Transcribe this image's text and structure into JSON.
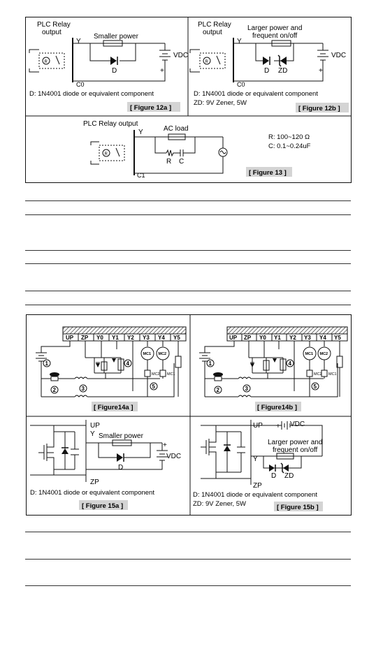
{
  "fig12a": {
    "plc_line1": "PLC Relay",
    "plc_line2": "output",
    "power": "Smaller power",
    "y": "Y",
    "c0": "C0",
    "r": "R",
    "d": "D",
    "vdc": "VDC",
    "plus": "+",
    "note": "D: 1N4001 diode or equivalent component",
    "caption": "[ Figure 12a ]"
  },
  "fig12b": {
    "plc_line1": "PLC Relay",
    "plc_line2": "output",
    "power_line1": "Larger power and",
    "power_line2": "frequent on/off",
    "y": "Y",
    "c0": "C0",
    "r": "R",
    "d": "D",
    "zd": "ZD",
    "vdc": "VDC",
    "plus": "+",
    "note1": "D: 1N4001 diode or equivalent component",
    "note2": "ZD: 9V Zener, 5W",
    "caption": "[ Figure 12b ]"
  },
  "fig13": {
    "plc": "PLC Relay output",
    "y": "Y",
    "c1": "C1",
    "r": "R",
    "load": "AC load",
    "res": "R",
    "cap": "C",
    "spec1": "R: 100~120 Ω",
    "spec2": "C: 0.1~0.24uF",
    "caption": "[ Figure 13 ]"
  },
  "fig14a": {
    "terminals": [
      "UP",
      "ZP",
      "Y0",
      "Y1",
      "Y2",
      "Y3",
      "Y4",
      "Y5"
    ],
    "n1": "1",
    "n2": "2",
    "n3": "3",
    "n4": "4",
    "n5": "5",
    "mc1": "MC1",
    "mc2": "MC2",
    "caption": "[ Figure14a ]"
  },
  "fig14b": {
    "terminals": [
      "UP",
      "ZP",
      "Y0",
      "Y1",
      "Y2",
      "Y3",
      "Y4",
      "Y5"
    ],
    "n1": "1",
    "n2": "2",
    "n3": "3",
    "n4": "4",
    "n5": "5",
    "mc1": "MC1",
    "mc2": "MC2",
    "caption": "[ Figure14b ]"
  },
  "fig15a": {
    "up": "UP",
    "zp": "ZP",
    "y": "Y",
    "power": "Smaller power",
    "d": "D",
    "vdc": "VDC",
    "plus": "+",
    "note": "D: 1N4001 diode or equivalent component",
    "caption": "[ Figure 15a ]"
  },
  "fig15b": {
    "up": "UP",
    "zp": "ZP",
    "y": "Y",
    "vdc": "VDC",
    "plus": "+",
    "power_line1": "Larger power and",
    "power_line2": "frequent on/off",
    "d": "D",
    "zd": "ZD",
    "note1": "D: 1N4001 diode or equivalent component",
    "note2": "ZD: 9V Zener, 5W",
    "caption": "[ Figure 15b ]"
  }
}
